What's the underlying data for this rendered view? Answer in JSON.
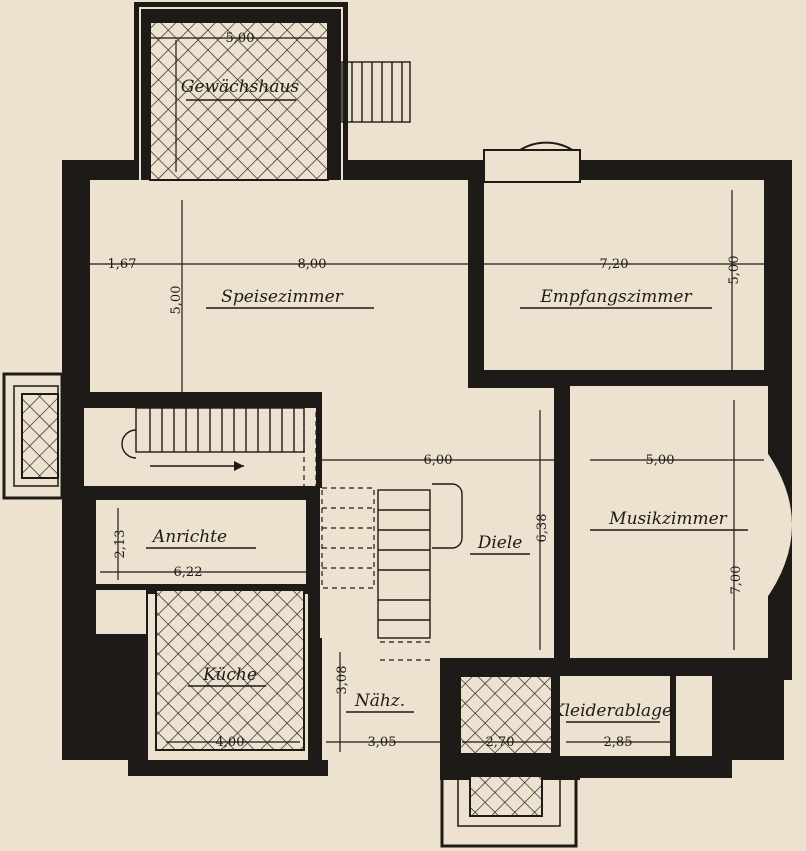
{
  "rooms": {
    "gewaechshaus": "Gewächshaus",
    "speisezimmer": "Speisezimmer",
    "empfangszimmer": "Empfangszimmer",
    "diele": "Diele",
    "musikzimmer": "Musikzimmer",
    "anrichte": "Anrichte",
    "kueche": "Küche",
    "naehz": "Nähz.",
    "kleiderablage": "Kleiderablage"
  },
  "dimensions": {
    "d_500_top": "5,00",
    "d_167": "1,67",
    "d_800": "8,00",
    "d_500_speise": "5,00",
    "d_720": "7,20",
    "d_500_empf": "5,00",
    "d_600": "6,00",
    "d_638": "6,38",
    "d_500_musik": "5,00",
    "d_700": "7,00",
    "d_213": "2,13",
    "d_622": "6,22",
    "d_400_kueche": "4,00",
    "d_308": "3,08",
    "d_305": "3,05",
    "d_270": "2,70",
    "d_285": "2,85"
  },
  "colors": {
    "paper": "#ece2cf",
    "ink": "#1d1a17"
  }
}
